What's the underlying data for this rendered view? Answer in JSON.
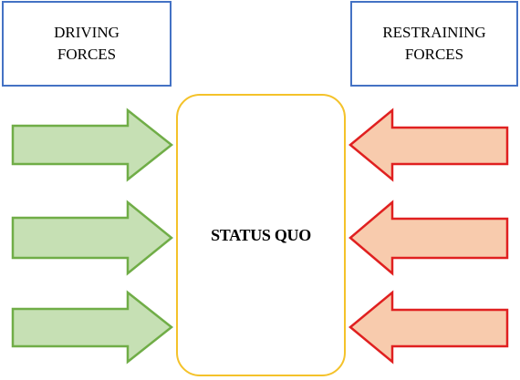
{
  "driving": {
    "line1": "DRIVING",
    "line2": "FORCES"
  },
  "restraining": {
    "line1": "RESTRAINING",
    "line2": "FORCES"
  },
  "center": {
    "label": "STATUS QUO"
  },
  "colors": {
    "box_border": "#4472c4",
    "center_border": "#f4c22a",
    "driving_fill": "#c6e0b4",
    "driving_stroke": "#70ad47",
    "restraining_fill": "#f8cbad",
    "restraining_stroke": "#e02020"
  }
}
